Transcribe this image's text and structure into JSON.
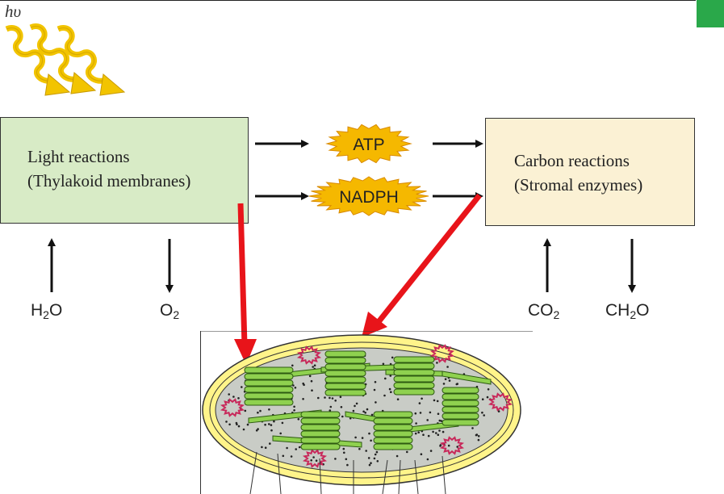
{
  "light_symbol": "hυ",
  "light_reactions": {
    "line1": "Light reactions",
    "line2": "(Thylakoid membranes)"
  },
  "carbon_reactions": {
    "line1": "Carbon reactions",
    "line2": "(Stromal enzymes)"
  },
  "products": {
    "atp": "ATP",
    "nadph": "NADPH"
  },
  "inputs_outputs": {
    "h2o": {
      "base": "H",
      "sub": "2",
      "tail": "O"
    },
    "o2": {
      "base": "O",
      "sub": "2",
      "tail": ""
    },
    "co2": {
      "base": "CO",
      "sub": "2",
      "tail": ""
    },
    "ch2o": {
      "base": "CH",
      "sub": "2",
      "tail": "O"
    }
  },
  "colors": {
    "light_box": "#d8ebc6",
    "carbon_box": "#fbf1d4",
    "burst": "#f5b800",
    "red_arrow": "#e8141a",
    "thylakoid": "#8fd14f",
    "envelope": "#fff48a",
    "stroma": "#c9ccc6",
    "starch": "#c8285a"
  }
}
